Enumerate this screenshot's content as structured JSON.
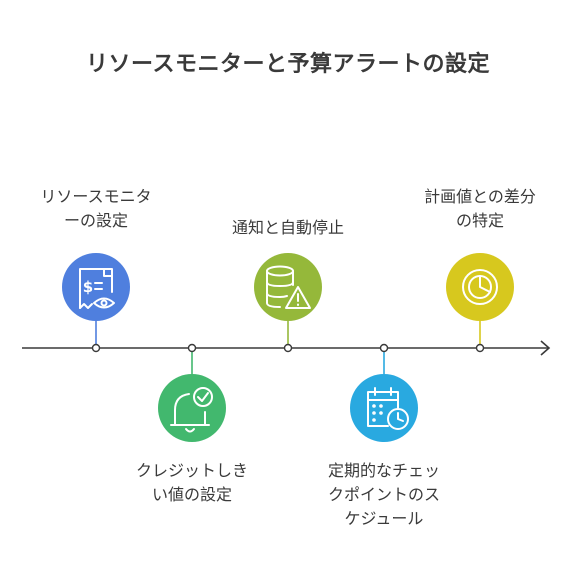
{
  "title": "リソースモニターと予算アラートの設定",
  "colors": {
    "blue": "#4F7FDE",
    "green": "#42B86E",
    "olive": "#95B83A",
    "cyan": "#29A9E0",
    "yellow": "#D7C81E",
    "axis": "#3a3a3a"
  },
  "steps": [
    {
      "label_lines": [
        "リソースモニタ",
        "ーの設定"
      ],
      "icon": "receipt-eye-icon",
      "color": "blue",
      "position": "top"
    },
    {
      "label_lines": [
        "クレジットしき",
        "い値の設定"
      ],
      "icon": "bell-check-icon",
      "color": "green",
      "position": "bottom"
    },
    {
      "label_lines": [
        "通知と自動停止"
      ],
      "icon": "database-warning-icon",
      "color": "olive",
      "position": "top"
    },
    {
      "label_lines": [
        "定期的なチェッ",
        "クポイントのス",
        "ケジュール"
      ],
      "icon": "calendar-clock-icon",
      "color": "cyan",
      "position": "bottom"
    },
    {
      "label_lines": [
        "計画値との差分",
        "の特定"
      ],
      "icon": "pie-chart-icon",
      "color": "yellow",
      "position": "top"
    }
  ]
}
